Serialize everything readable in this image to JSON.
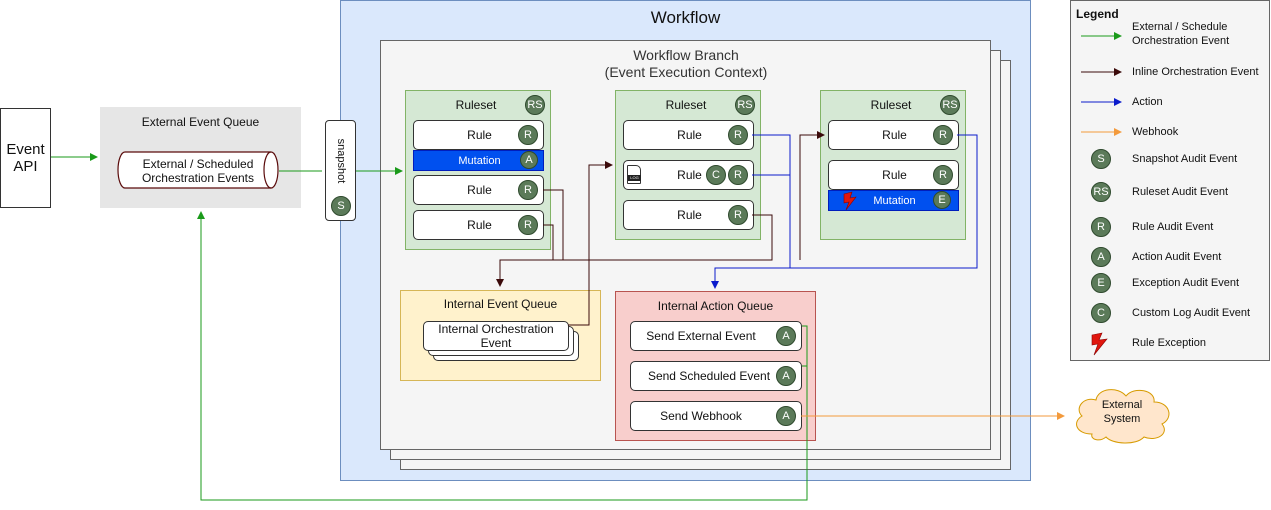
{
  "event_api": {
    "line1": "Event",
    "line2": "API"
  },
  "external_queue": {
    "title": "External Event Queue",
    "line1": "External / Scheduled",
    "line2": "Orchestration Events"
  },
  "snapshot": {
    "label": "snapshot",
    "badge": "S"
  },
  "workflow": {
    "title": "Workflow"
  },
  "branch": {
    "title_line1": "Workflow Branch",
    "title_line2": "(Event Execution Context)"
  },
  "ruleset1": {
    "title": "Ruleset",
    "badge": "RS",
    "rule1": "Rule",
    "mutation": "Mutation",
    "mutation_badge": "A",
    "rule2": "Rule",
    "rule3": "Rule",
    "rule_badge": "R"
  },
  "ruleset2": {
    "title": "Ruleset",
    "badge": "RS",
    "rule1": "Rule",
    "rule2": "Rule",
    "rule3": "Rule",
    "rule_badge": "R",
    "custom_badge": "C",
    "log_icon_text": "LOG"
  },
  "ruleset3": {
    "title": "Ruleset",
    "badge": "RS",
    "rule1": "Rule",
    "rule2": "Rule",
    "mutation": "Mutation",
    "mutation_badge": "E",
    "rule_badge": "R"
  },
  "internal_event_queue": {
    "title": "Internal Event Queue",
    "line1": "Internal Orchestration",
    "line2": "Event"
  },
  "internal_action_queue": {
    "title": "Internal Action Queue",
    "items": [
      "Send External Event",
      "Send Scheduled Event",
      "Send Webhook"
    ],
    "badge": "A"
  },
  "external_system": {
    "line1": "External",
    "line2": "System"
  },
  "legend": {
    "title": "Legend",
    "items": [
      {
        "type": "line",
        "color": "#1a9a1a",
        "text": "External / Schedule Orchestration Event"
      },
      {
        "type": "line",
        "color": "#3b0a0a",
        "text": "Inline Orchestration Event"
      },
      {
        "type": "line",
        "color": "#0a1acc",
        "text": "Action"
      },
      {
        "type": "line",
        "color": "#f39a3c",
        "text": "Webhook"
      },
      {
        "type": "badge",
        "badge": "S",
        "text": "Snapshot Audit Event"
      },
      {
        "type": "badge",
        "badge": "RS",
        "text": "Ruleset Audit Event"
      },
      {
        "type": "badge",
        "badge": "R",
        "text": "Rule Audit Event"
      },
      {
        "type": "badge",
        "badge": "A",
        "text": "Action Audit Event"
      },
      {
        "type": "badge",
        "badge": "E",
        "text": "Exception Audit Event"
      },
      {
        "type": "badge",
        "badge": "C",
        "text": "Custom Log Audit Event"
      },
      {
        "type": "icon",
        "icon": "lightning-icon",
        "text": "Rule Exception"
      }
    ]
  },
  "colors": {
    "green": "#1a9a1a",
    "brown": "#3b0a0a",
    "blue": "#0a1acc",
    "orange": "#f39a3c",
    "workflow_bg": "#dae8fc",
    "ruleset_bg": "#d5e8d4",
    "event_queue_bg": "#fff2cc",
    "action_queue_bg": "#f8cecc",
    "mutation_bg": "#0050ef",
    "badge_bg": "#5b7a59"
  }
}
